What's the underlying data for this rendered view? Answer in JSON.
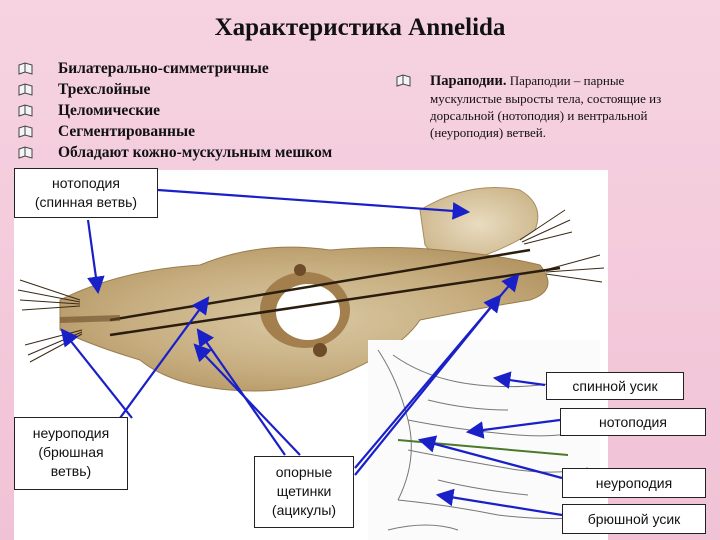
{
  "title": "Характеристика Annelida",
  "bullets": [
    "Билатерально-симметричные",
    "Трехслойные",
    "Целомические",
    "Сегментированные",
    "Обладают кожно-мускульным мешком"
  ],
  "parapodia": {
    "term": "Параподии.",
    "text": " Параподии – парные мускулистые выросты тела, состоящие из дорсальной (нотоподия) и вентральной (неуроподия) ветвей."
  },
  "labels": {
    "notopodia_dorsal_1": "нотоподия",
    "notopodia_dorsal_2": "(спинная ветвь)",
    "neuropodia_1": "неуроподия",
    "neuropodia_2": "(брюшная",
    "neuropodia_3": "ветвь)",
    "setae_1": "опорные",
    "setae_2": "щетинки",
    "setae_3": "(ацикулы)",
    "dorsal_cirrus": "спинной усик",
    "notopodia": "нотоподия",
    "neuropodia": "неуроподия",
    "ventral_cirrus": "брюшной усик"
  },
  "colors": {
    "background": "#f3c9da",
    "arrow": "#1a20c8",
    "bullet_icon": "#e8e8e8"
  },
  "icons": {
    "bullet": "bullet-icon",
    "specimen": "parapodium-photo",
    "diagram": "parapodium-diagram"
  }
}
